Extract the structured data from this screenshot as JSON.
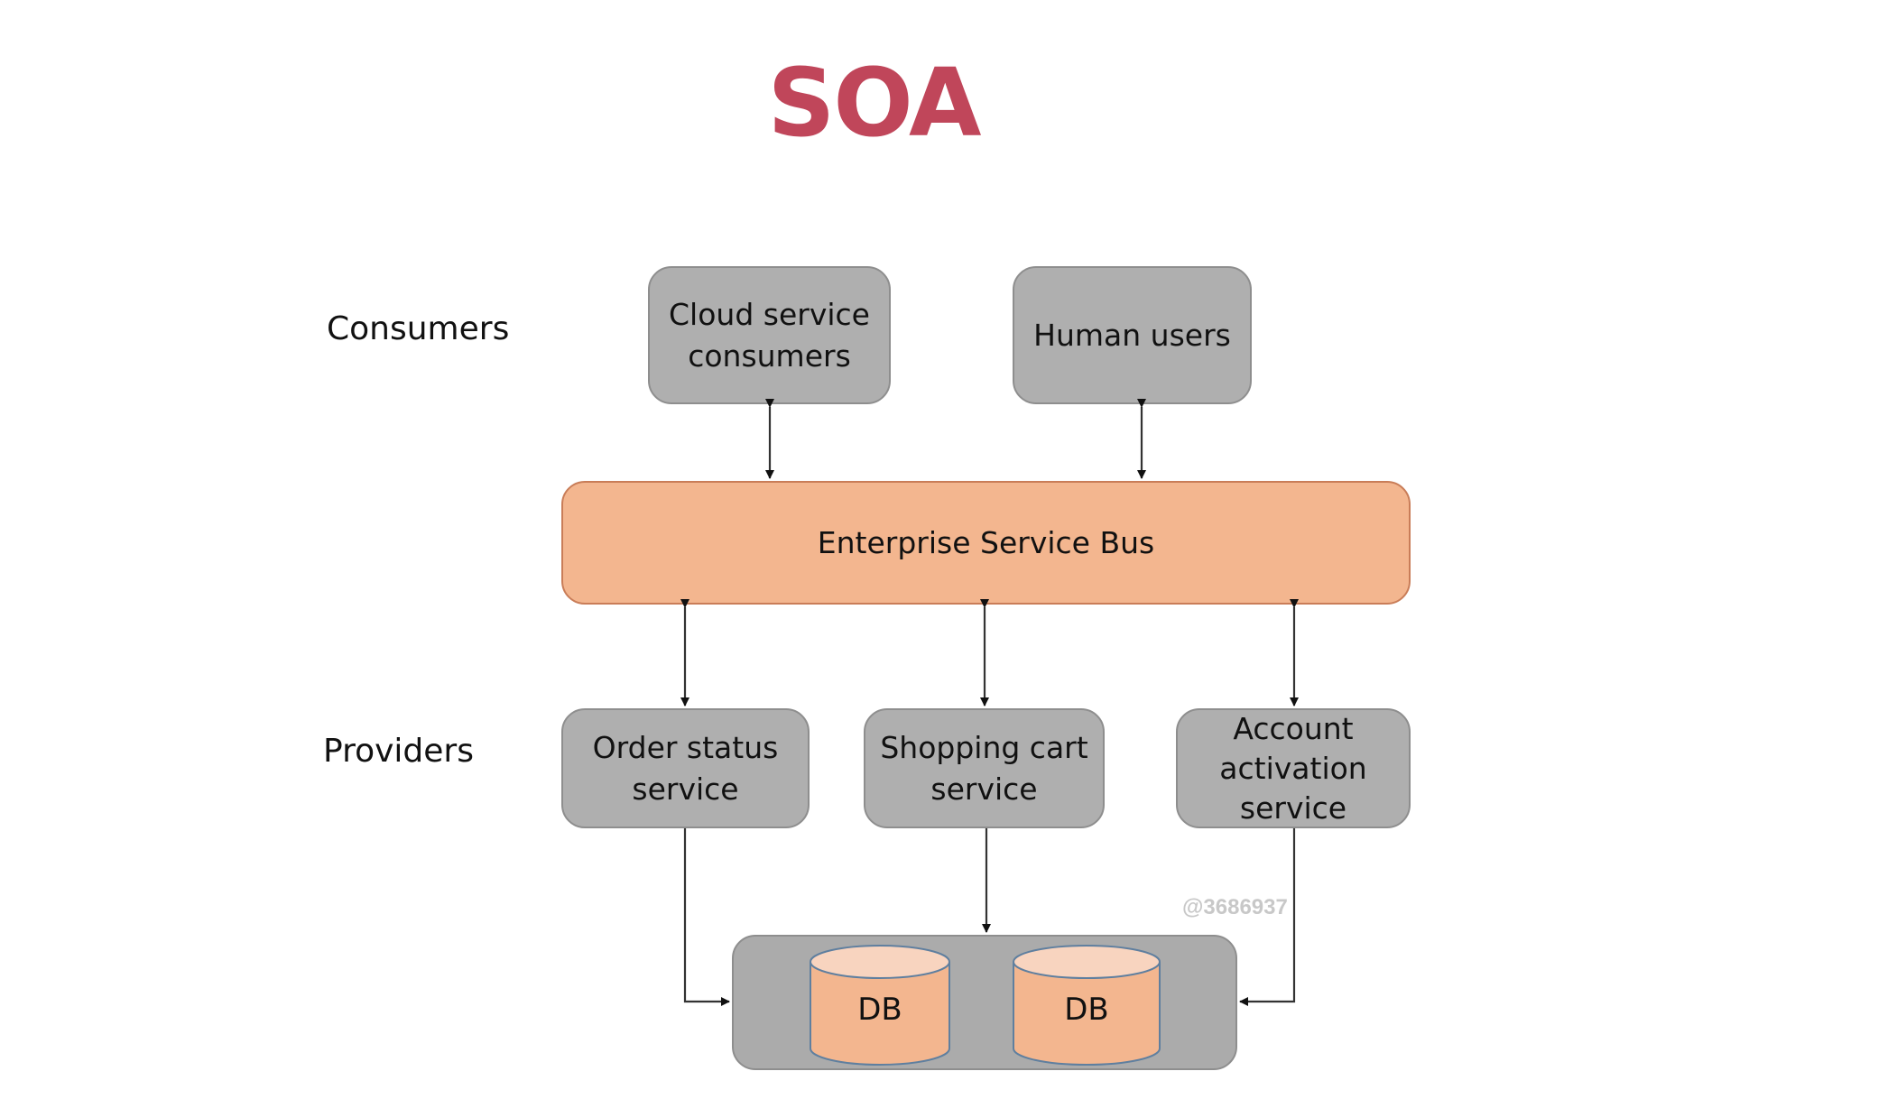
{
  "title": "SOA",
  "row_labels": {
    "consumers": "Consumers",
    "providers": "Providers"
  },
  "consumers": [
    {
      "label": "Cloud service\nconsumers"
    },
    {
      "label": "Human users"
    }
  ],
  "bus": {
    "label": "Enterprise Service Bus"
  },
  "providers": [
    {
      "label": "Order status\nservice"
    },
    {
      "label": "Shopping cart\nservice"
    },
    {
      "label": "Account\nactivation\nservice"
    }
  ],
  "databases": [
    {
      "label": "DB"
    },
    {
      "label": "DB"
    }
  ],
  "watermark": "@3686937",
  "colors": {
    "title": "#c0465a",
    "node_fill": "#afafaf",
    "bus_fill": "#f3b68f",
    "db_fill": "#f3b68f",
    "db_top_fill": "#f8d4bf"
  }
}
